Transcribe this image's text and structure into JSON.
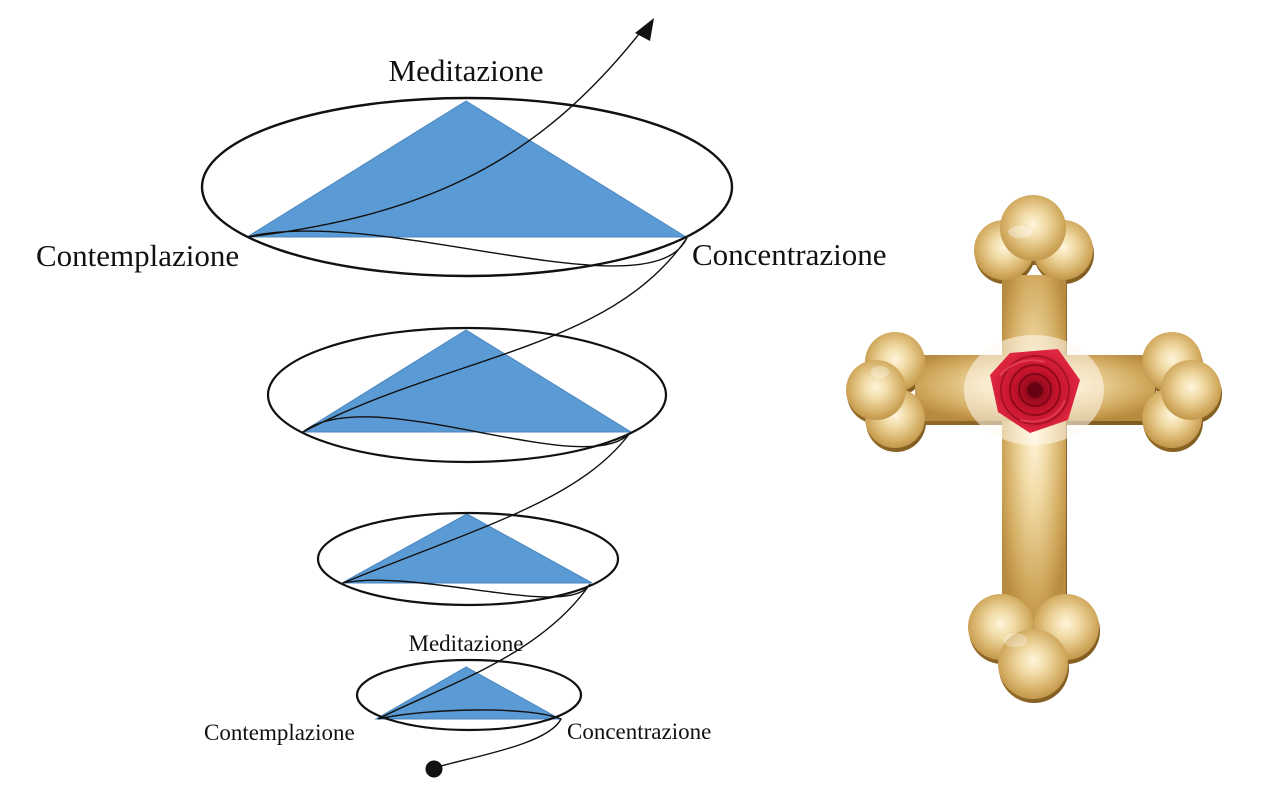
{
  "labels": {
    "top_apex": "Meditazione",
    "top_left": "Contemplazione",
    "top_right": "Concentrazione",
    "bottom_apex": "Meditazione",
    "bottom_left": "Contemplazione",
    "bottom_right": "Concentrazione"
  },
  "colors": {
    "triangle_fill": "#5b9bd5",
    "outline": "#111111",
    "cross_gold": "#d7b36a",
    "rose_red": "#c8102e"
  },
  "icons": {
    "cross": "rosicrucian-cross-icon",
    "rose": "rose-icon",
    "arrow": "arrow-head-icon",
    "start": "start-dot-icon"
  }
}
